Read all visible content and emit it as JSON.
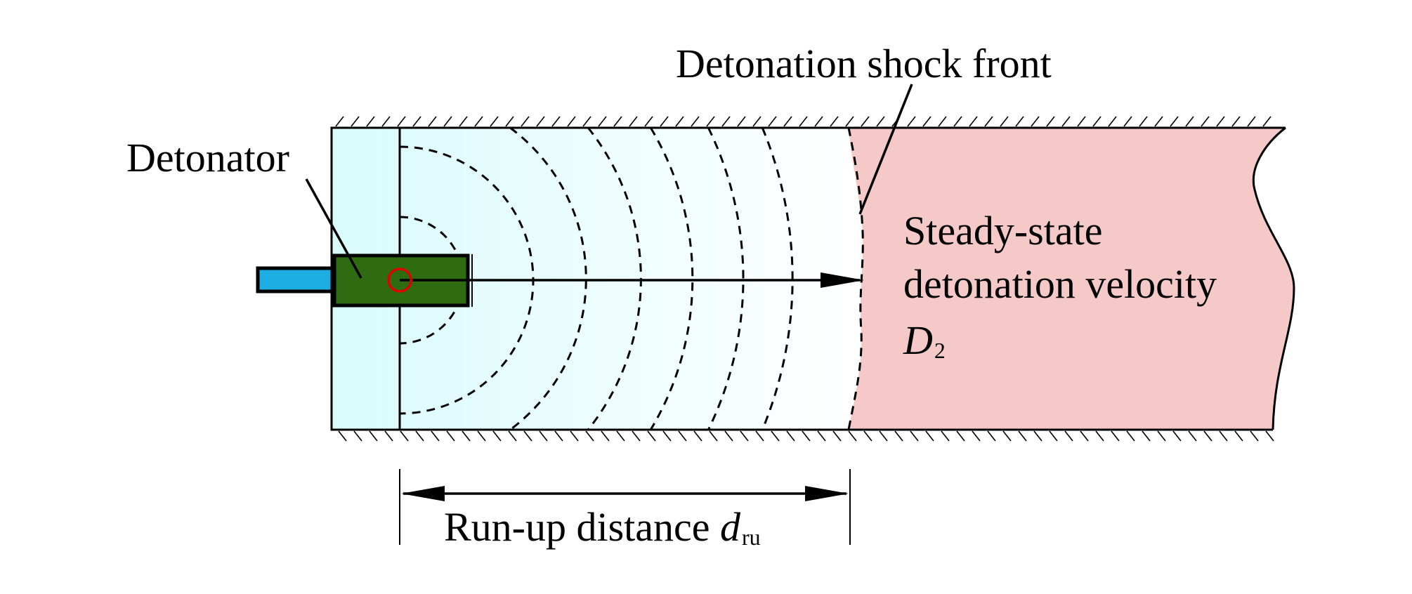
{
  "labels": {
    "shock_front": "Detonation shock front",
    "detonator": "Detonator",
    "steady_line1": "Steady-state",
    "steady_line2": "detonation velocity",
    "velocity_symbol": "D",
    "velocity_subscript": "2",
    "runup_text": "Run-up distance",
    "runup_symbol": "d",
    "runup_subscript": "ru"
  },
  "colors": {
    "charge_gradient_start": "#d9fbfc",
    "charge_gradient_end": "#ffffff",
    "steady_region": "#f6c9c9",
    "detonator_body": "#2f6b10",
    "detonator_lead": "#1faee3",
    "initiation_point": "#e00000",
    "line": "#000000"
  }
}
